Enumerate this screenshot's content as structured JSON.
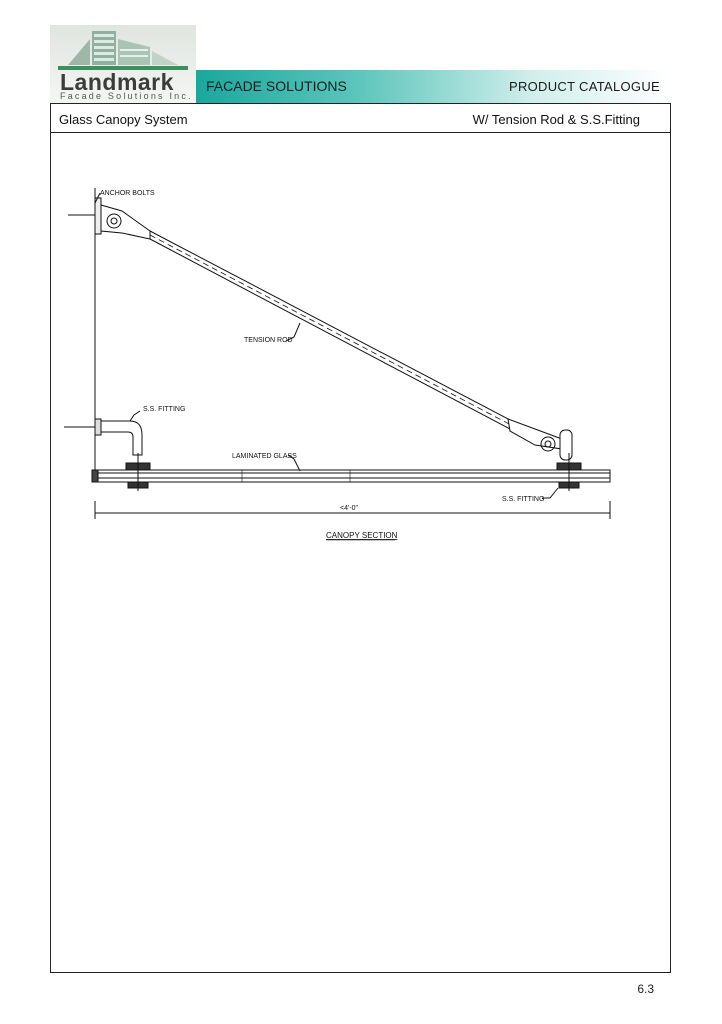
{
  "header": {
    "logo_name": "Landmark",
    "logo_tagline": "Facade Solutions Inc.",
    "section_label": "FACADE SOLUTIONS",
    "catalogue_label": "PRODUCT  CATALOGUE"
  },
  "subheader": {
    "title": "Glass Canopy System",
    "variant": "W/ Tension Rod & S.S.Fitting"
  },
  "drawing": {
    "labels": {
      "anchor_bolts": "ANCHOR  BOLTS",
      "tension_rod": "TENSION  ROD",
      "ss_fitting_upper": "S.S.  FITTING",
      "laminated_glass": "LAMINATED  GLASS",
      "ss_fitting_lower": "S.S.  FITTING",
      "dimension": "<4'-0\""
    },
    "caption": "CANOPY SECTION"
  },
  "footer": {
    "page_number": "6.3"
  },
  "colors": {
    "banner_teal": "#1aa79d",
    "line": "#111111"
  }
}
